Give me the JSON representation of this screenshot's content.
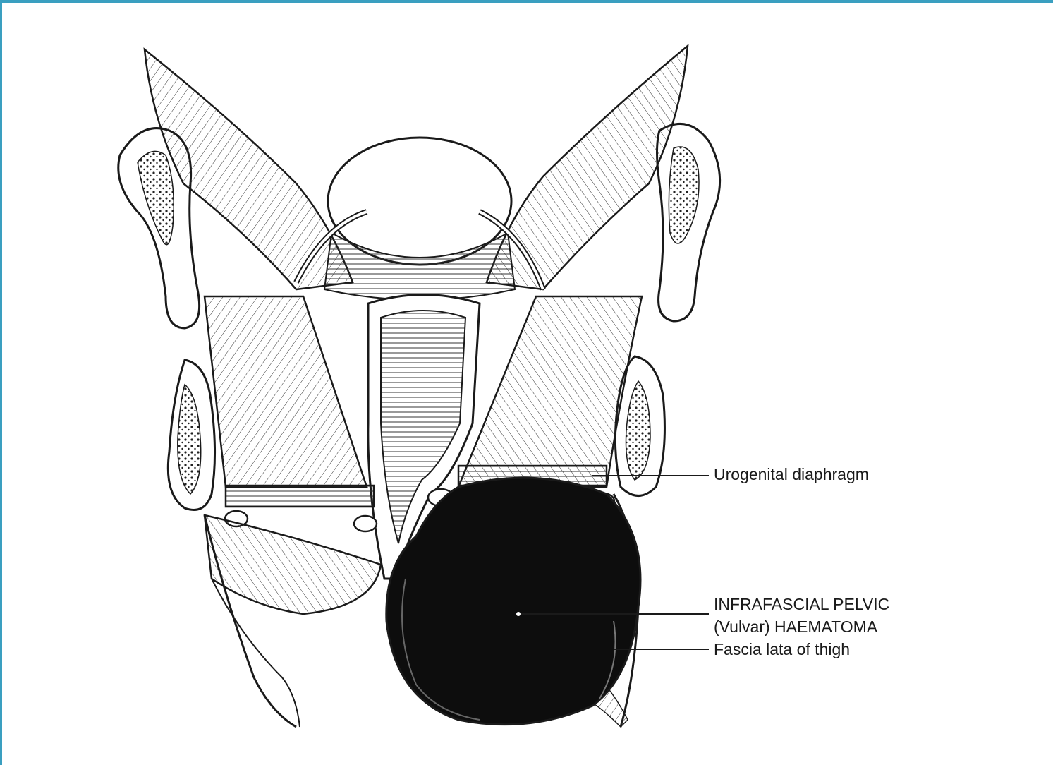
{
  "figure": {
    "labels": {
      "urogenital_diaphragm": "Urogenital diaphragm",
      "haematoma_line1": "INFRAFASCIAL PELVIC",
      "haematoma_line2": "(Vulvar) HAEMATOMA",
      "fascia_lata": "Fascia lata of thigh"
    },
    "colors": {
      "frame_border": "#3a9fc0",
      "ink": "#1a1a1a",
      "haematoma_fill": "#0d0d0d",
      "background": "#ffffff"
    }
  }
}
